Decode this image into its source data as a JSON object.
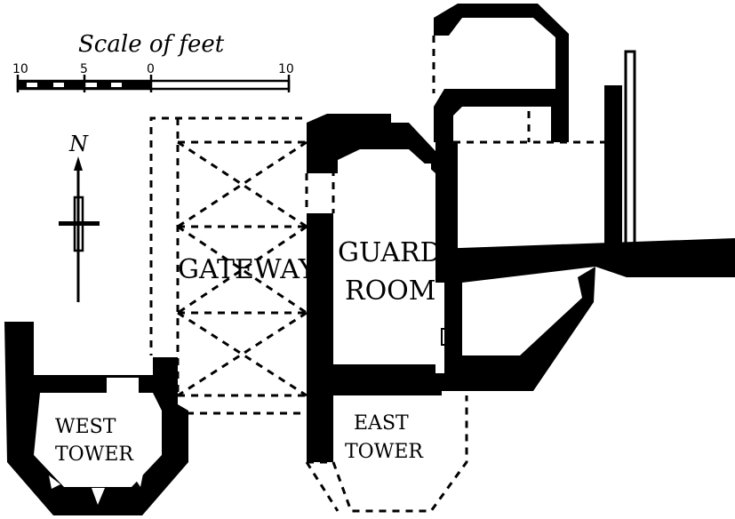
{
  "scale": {
    "title": "Scale of feet",
    "ticks": [
      "10",
      "5",
      "0",
      "10"
    ]
  },
  "north_letter": "N",
  "labels": {
    "gateway": "GATEWAY",
    "guard_room_line1": "GUARD",
    "guard_room_line2": "ROOM",
    "west_tower_line1": "WEST",
    "west_tower_line2": "TOWER",
    "east_tower_line1": "EAST",
    "east_tower_line2": "TOWER"
  }
}
